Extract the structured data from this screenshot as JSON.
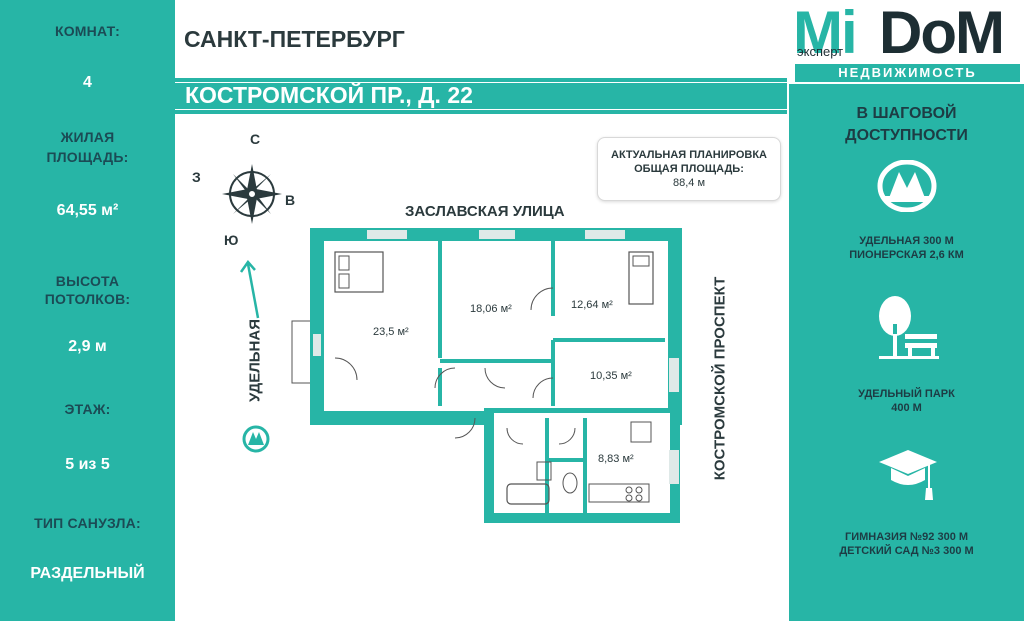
{
  "left_panel": {
    "rooms_label": "КОМНАТ:",
    "rooms_value": "4",
    "living_label_1": "ЖИЛАЯ",
    "living_label_2": "ПЛОЩАДЬ:",
    "living_value": "64,55 м²",
    "height_label_1": "ВЫСОТА",
    "height_label_2": "ПОТОЛКОВ:",
    "height_value": "2,9 м",
    "floor_label": "ЭТАЖ:",
    "floor_value": "5 из 5",
    "bath_label": "ТИП САНУЗЛА:",
    "bath_value": "РАЗДЕЛЬНЫЙ"
  },
  "header": {
    "city": "САНКТ-ПЕТЕРБУРГ",
    "address": "КОСТРОМСКОЙ ПР., Д. 22"
  },
  "logo": {
    "mi": "Mi",
    "dom": "DoM",
    "expert": "эксперт",
    "realty": "НЕДВИЖИМОСТЬ"
  },
  "right_panel": {
    "title_1": "В ШАГОВОЙ",
    "title_2": "ДОСТУПНОСТИ",
    "metro_icon": "metro-icon",
    "metro_1": "УДЕЛЬНАЯ 300 М",
    "metro_2": "ПИОНЕРСКАЯ 2,6 КМ",
    "park_icon": "tree-bench-icon",
    "park_1": "УДЕЛЬНЫЙ ПАРК",
    "park_2": "400 М",
    "school_icon": "graduation-cap-icon",
    "school_1": "ГИМНАЗИЯ №92 300 М",
    "school_2": "ДЕТСКИЙ САД №3 300 М"
  },
  "plan": {
    "area_title_1": "АКТУАЛЬНАЯ ПЛАНИРОВКА",
    "area_title_2": "ОБЩАЯ ПЛОЩАДЬ:",
    "area_value": "88,4 м",
    "compass_n": "С",
    "compass_w": "З",
    "compass_e": "В",
    "compass_s": "Ю",
    "street_top": "ЗАСЛАВСКАЯ УЛИЦА",
    "street_right": "КОСТРОМСКОЙ ПРОСПЕКТ",
    "metro_label": "УДЕЛЬНАЯ",
    "room_1": "23,5 м²",
    "room_2": "18,06 м²",
    "room_3": "12,64 м²",
    "room_4": "10,35 м²",
    "room_5": "8,83 м²"
  },
  "colors": {
    "teal": "#27b5a6",
    "dark": "#1d2e33"
  }
}
